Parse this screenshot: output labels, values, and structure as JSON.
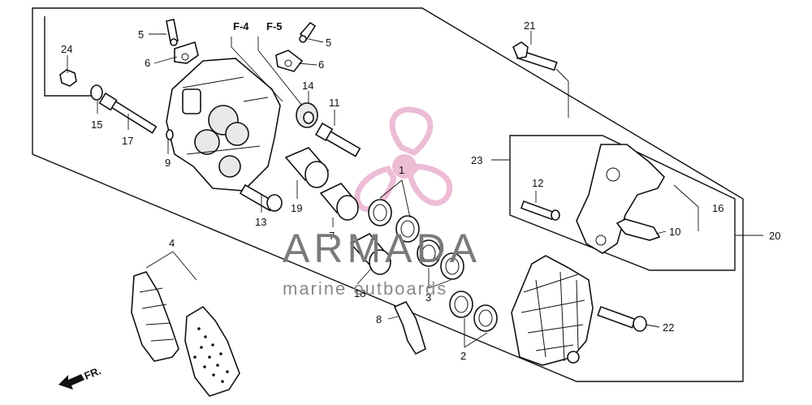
{
  "diagram": {
    "refs": {
      "f4": "F-4",
      "f5": "F-5"
    },
    "direction": "FR.",
    "labels": {
      "p1": "1",
      "p2": "2",
      "p3": "3",
      "p4": "4",
      "p5a": "5",
      "p5b": "5",
      "p6a": "6",
      "p6b": "6",
      "p7": "7",
      "p8": "8",
      "p9": "9",
      "p10": "10",
      "p11": "11",
      "p12": "12",
      "p13": "13",
      "p14": "14",
      "p15": "15",
      "p16": "16",
      "p17": "17",
      "p18": "18",
      "p19": "19",
      "p20": "20",
      "p21": "21",
      "p22": "22",
      "p23": "23",
      "p24": "24"
    }
  },
  "watermark": {
    "brand": "ARMADA",
    "tagline": "marine outboards",
    "colors": {
      "accent": "#e8a6c8",
      "text": "#7a7a7a"
    }
  }
}
